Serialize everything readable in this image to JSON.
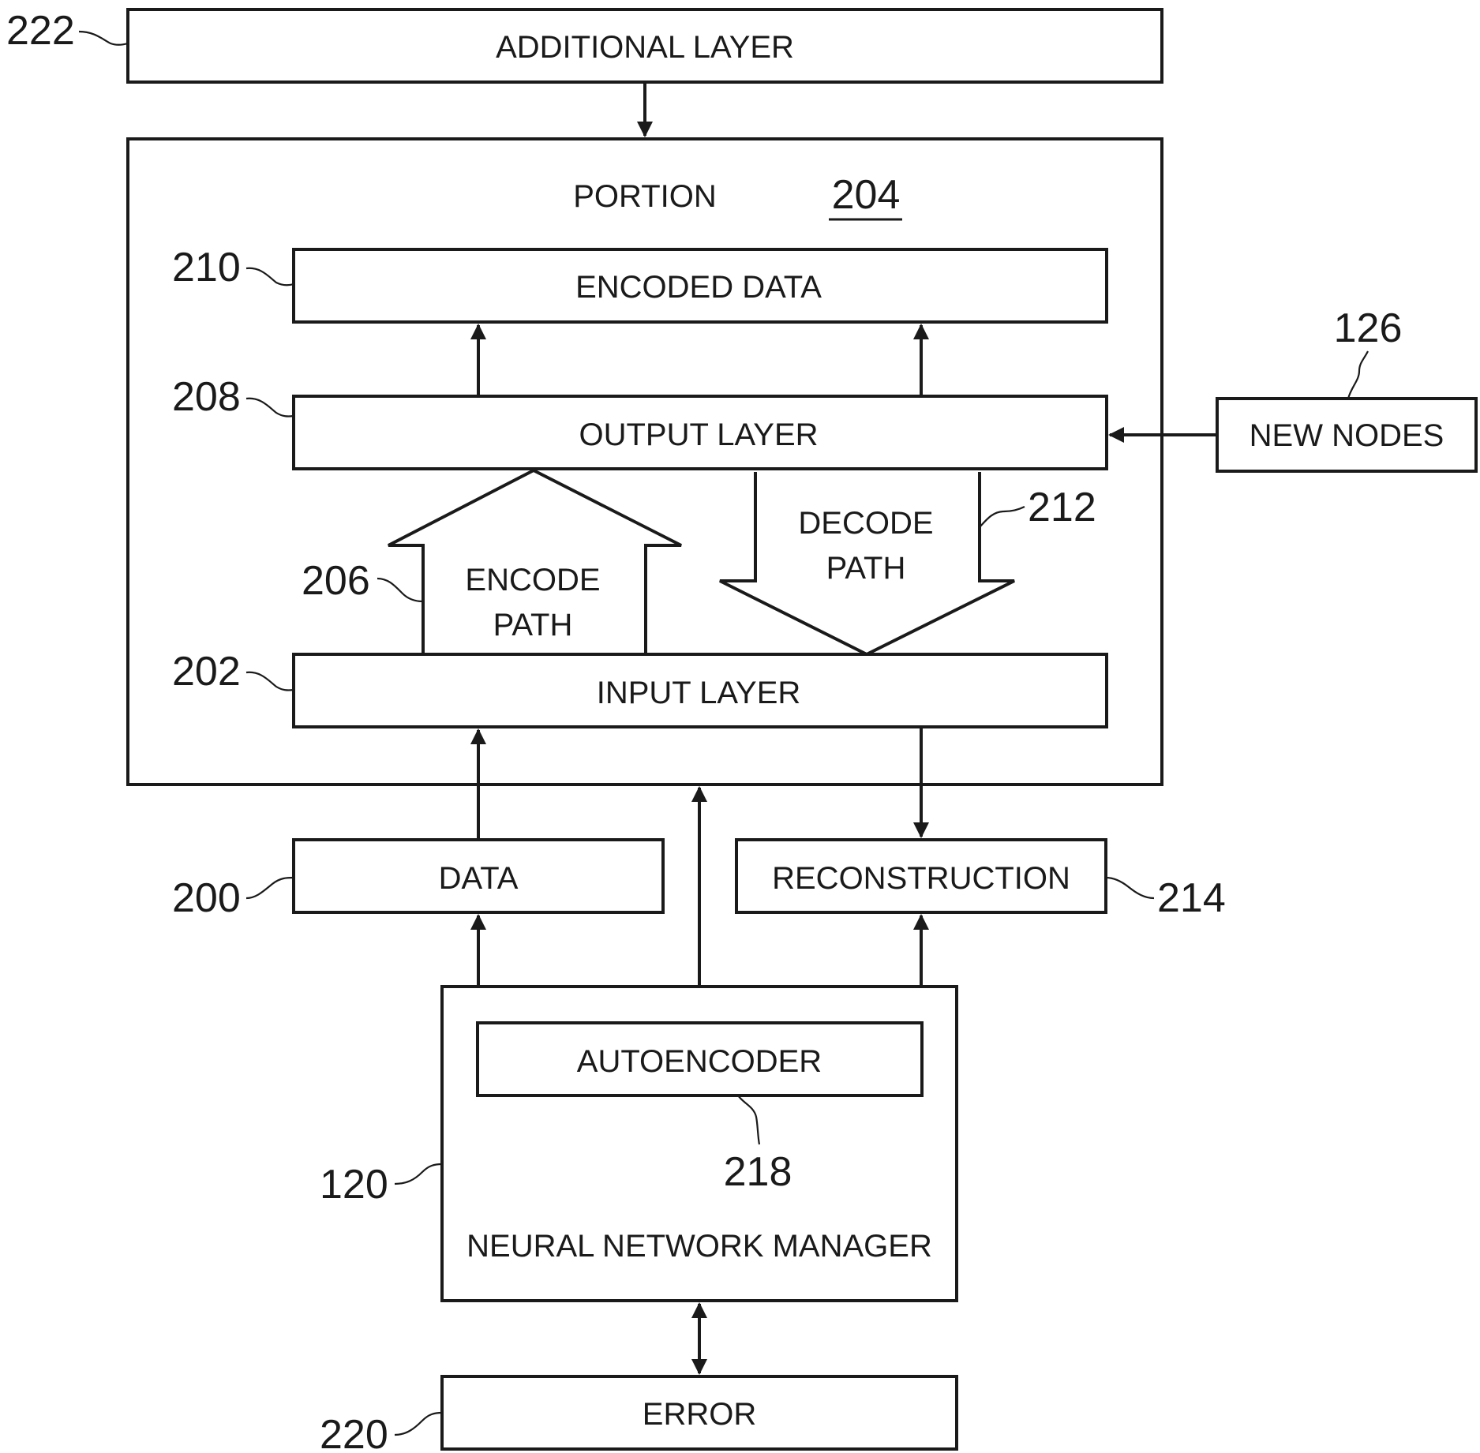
{
  "boxes": {
    "additional_layer": "ADDITIONAL LAYER",
    "portion": "PORTION",
    "encoded_data": "ENCODED DATA",
    "output_layer": "OUTPUT LAYER",
    "new_nodes": "NEW NODES",
    "encode_path_line1": "ENCODE",
    "encode_path_line2": "PATH",
    "decode_path_line1": "DECODE",
    "decode_path_line2": "PATH",
    "input_layer": "INPUT LAYER",
    "data": "DATA",
    "reconstruction": "RECONSTRUCTION",
    "autoencoder": "AUTOENCODER",
    "neural_network_manager": "NEURAL NETWORK MANAGER",
    "error": "ERROR"
  },
  "refs": {
    "additional_layer": "222",
    "portion": "204",
    "encoded_data": "210",
    "output_layer": "208",
    "new_nodes": "126",
    "decode_path": "212",
    "encode_path": "206",
    "input_layer": "202",
    "data": "200",
    "reconstruction": "214",
    "autoencoder": "218",
    "neural_network_manager": "120",
    "error": "220"
  }
}
